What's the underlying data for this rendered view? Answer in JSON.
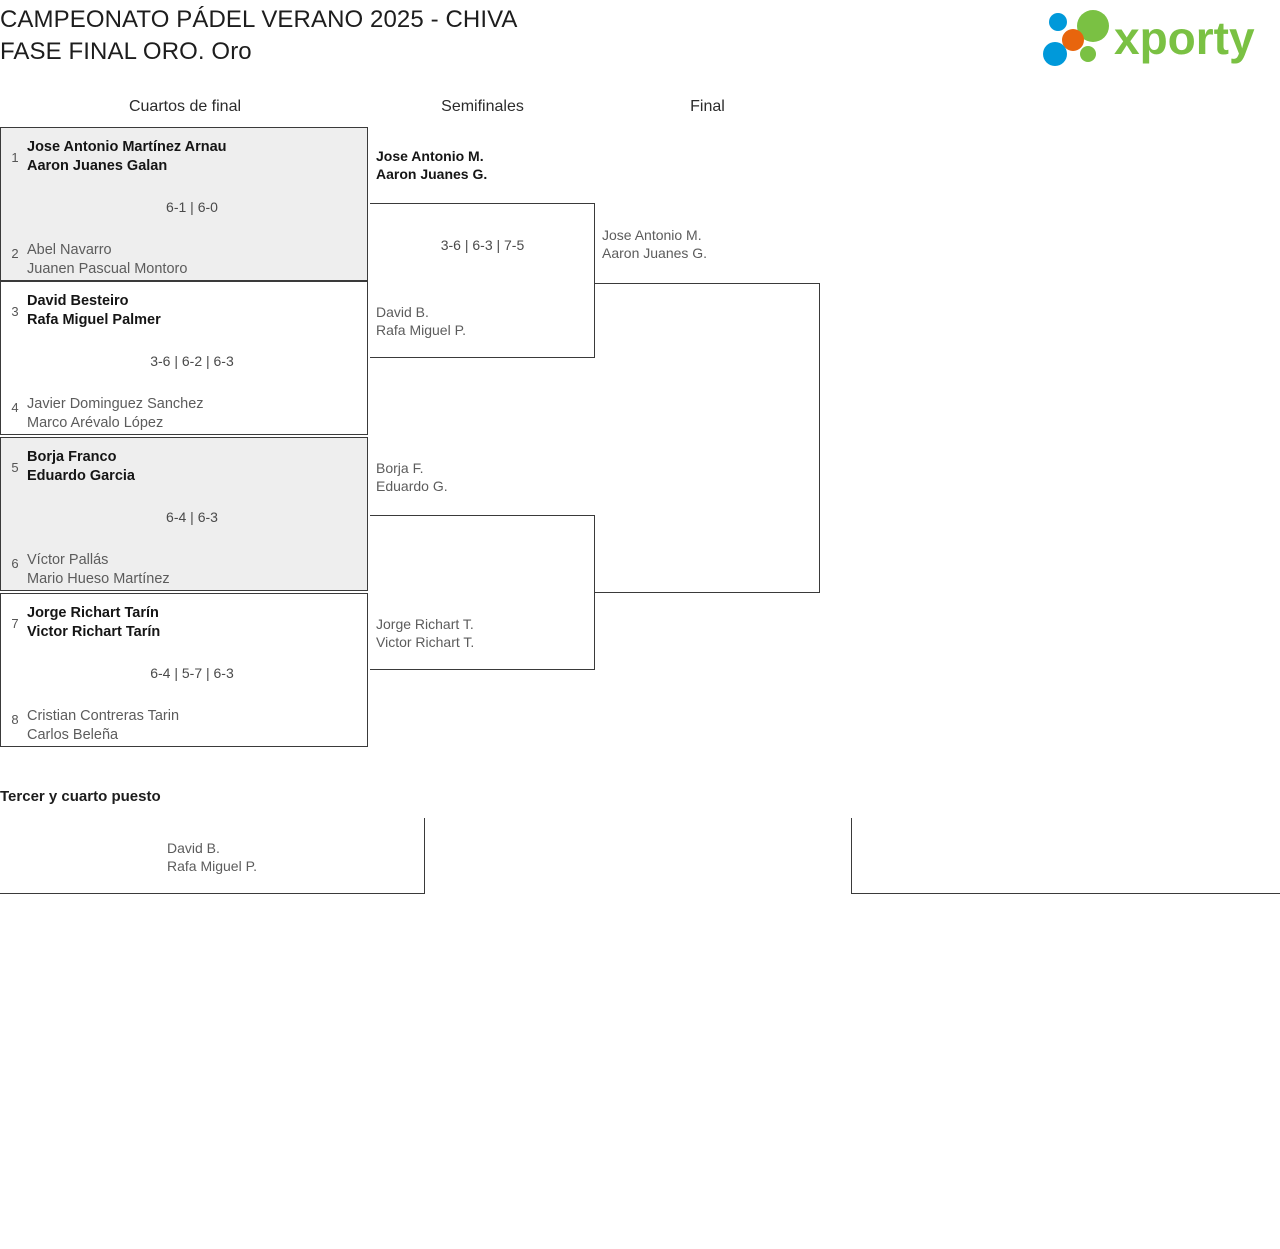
{
  "header": {
    "title_line1": "CAMPEONATO PÁDEL VERANO 2025 - CHIVA",
    "title_line2": "FASE FINAL ORO. Oro",
    "logo_text": "xporty",
    "logo_colors": {
      "green": "#7AC143",
      "blue": "#0099DA",
      "orange": "#E8650D"
    }
  },
  "rounds": {
    "quarterfinals_label": "Cuartos de final",
    "semifinals_label": "Semifinales",
    "final_label": "Final"
  },
  "quarterfinals": [
    {
      "seed_top": "1",
      "top_p1": "Jose Antonio Martínez Arnau",
      "top_p2": "Aaron Juanes Galan",
      "score": "6-1 | 6-0",
      "seed_bottom": "2",
      "bottom_p1": "Abel Navarro",
      "bottom_p2": "Juanen Pascual Montoro"
    },
    {
      "seed_top": "3",
      "top_p1": "David Besteiro",
      "top_p2": "Rafa Miguel Palmer",
      "score": "3-6 | 6-2 | 6-3",
      "seed_bottom": "4",
      "bottom_p1": "Javier Dominguez Sanchez",
      "bottom_p2": "Marco Arévalo López"
    },
    {
      "seed_top": "5",
      "top_p1": "Borja Franco",
      "top_p2": "Eduardo Garcia",
      "score": "6-4 | 6-3",
      "seed_bottom": "6",
      "bottom_p1": "Víctor Pallás",
      "bottom_p2": "Mario Hueso Martínez"
    },
    {
      "seed_top": "7",
      "top_p1": "Jorge Richart Tarín",
      "top_p2": "Victor Richart Tarín",
      "score": "6-4 | 5-7 | 6-3",
      "seed_bottom": "8",
      "bottom_p1": "Cristian Contreras Tarin",
      "bottom_p2": "Carlos Beleña"
    }
  ],
  "semifinals": [
    {
      "top_p1": "Jose Antonio M.",
      "top_p2": "Aaron Juanes G.",
      "score": "3-6 | 6-3 | 7-5",
      "bottom_p1": "David B.",
      "bottom_p2": "Rafa Miguel P."
    },
    {
      "top_p1": "Borja F.",
      "top_p2": "Eduardo G.",
      "score": "",
      "bottom_p1": "Jorge Richart T.",
      "bottom_p2": "Victor Richart T."
    }
  ],
  "final": {
    "top_p1": "Jose Antonio M.",
    "top_p2": "Aaron Juanes G.",
    "score": ""
  },
  "third_place": {
    "title": "Tercer y cuarto puesto",
    "team_p1": "David B.",
    "team_p2": "Rafa Miguel P."
  }
}
